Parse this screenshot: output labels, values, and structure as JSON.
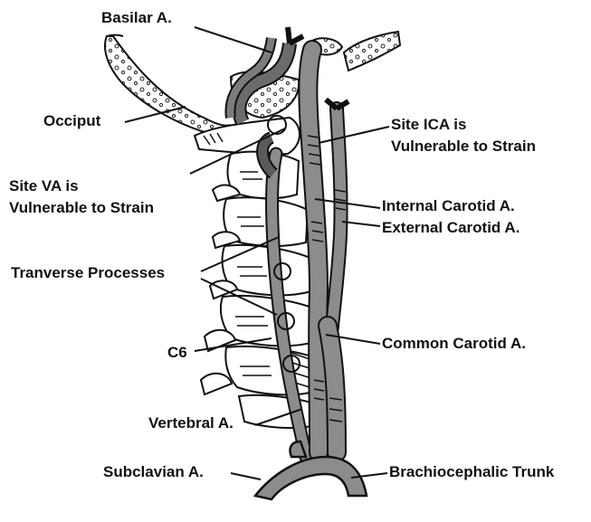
{
  "labels": {
    "basilar": "Basilar A.",
    "occiput": "Occiput",
    "site_va_line1": "Site VA is",
    "site_va_line2": "Vulnerable to Strain",
    "site_ica_line1": "Site ICA is",
    "site_ica_line2": "Vulnerable to Strain",
    "internal_carotid": "Internal Carotid A.",
    "external_carotid": "External Carotid A.",
    "transverse_processes": "Tranverse Processes",
    "c6": "C6",
    "common_carotid": "Common Carotid A.",
    "vertebral": "Vertebral A.",
    "subclavian": "Subclavian A.",
    "brachiocephalic": "Brachiocephalic Trunk"
  },
  "colors": {
    "artery_fill": "#8c8c8c",
    "artery_dark": "#5a5a5a",
    "bone_fill": "#ffffff",
    "line": "#111111"
  }
}
